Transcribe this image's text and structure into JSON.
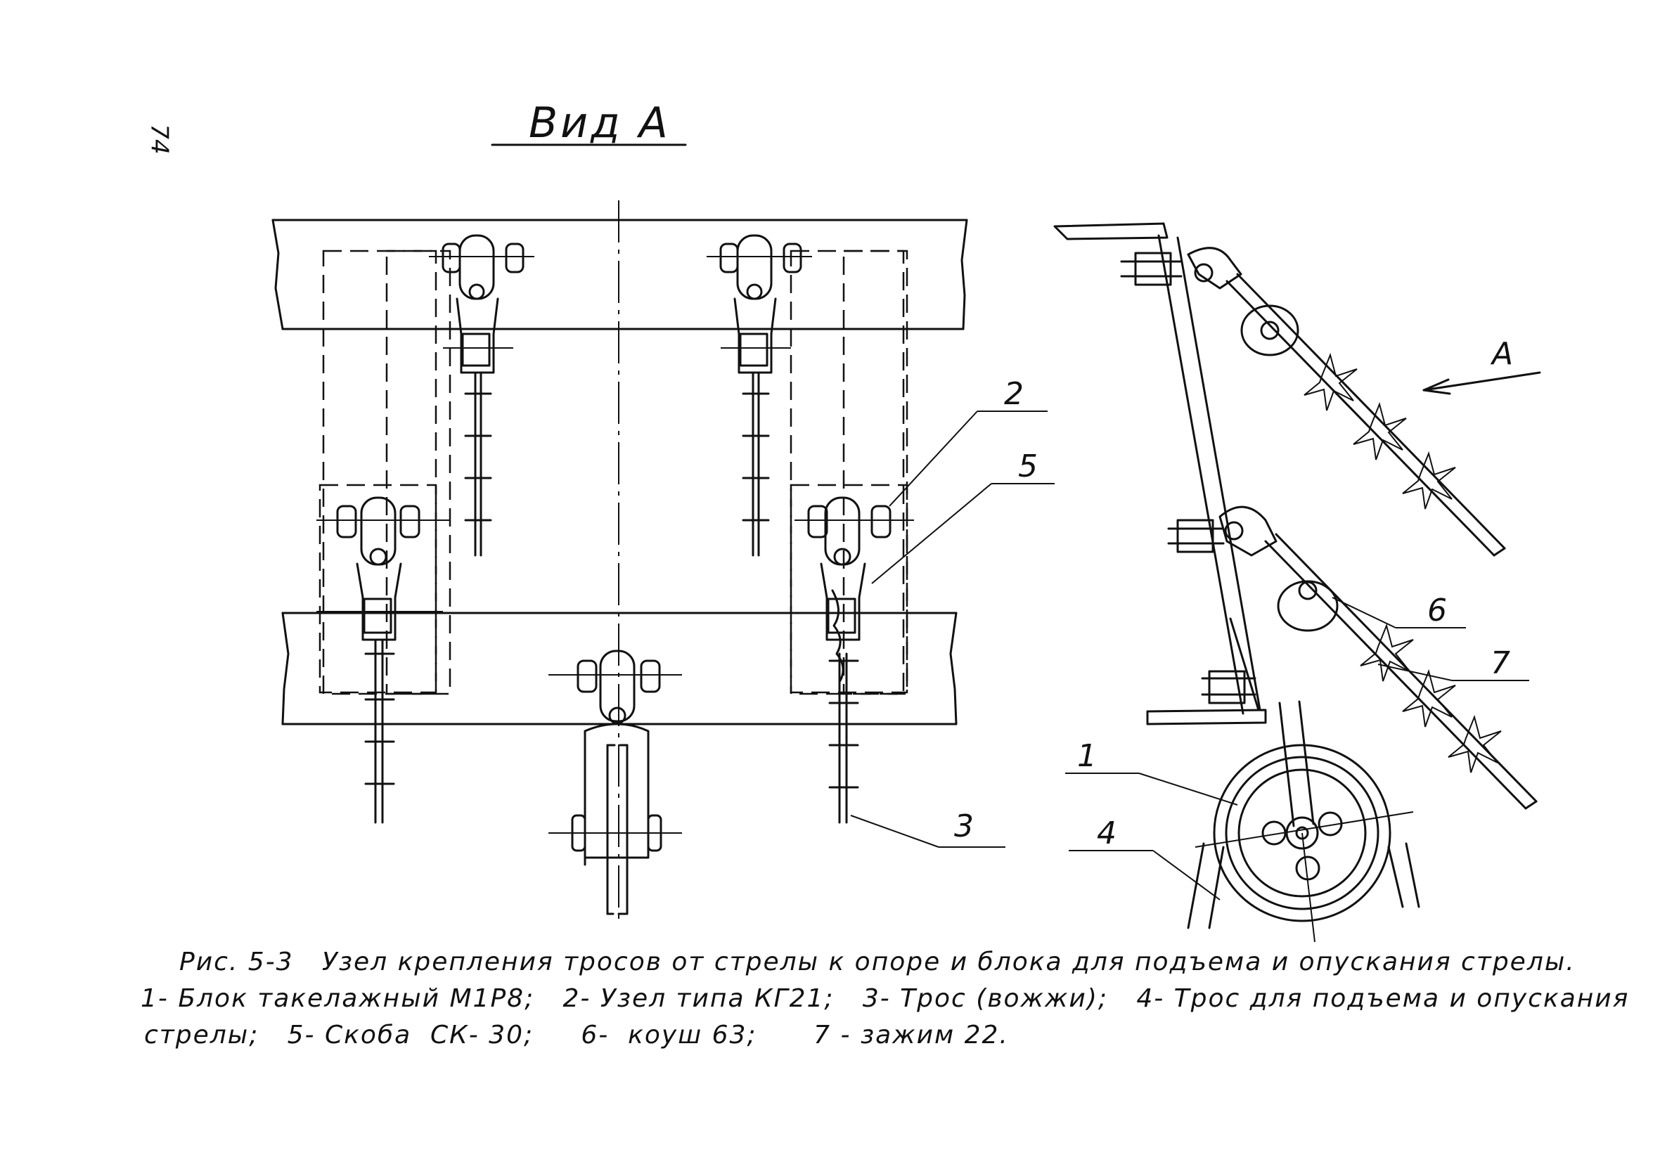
{
  "page": {
    "page_number": "74",
    "view_title": "Вид А",
    "view_arrow_label": "А"
  },
  "callouts": {
    "l1": "1",
    "l2": "2",
    "l3": "3",
    "l4": "4",
    "l5": "5",
    "l6": "6",
    "l7": "7"
  },
  "caption": {
    "line1": "Рис. 5-3   Узел крепления тросов от стрелы к опоре и блока для подъема и опускания стрелы.",
    "line2": "1- Блок такелажный М1Р8;   2- Узел типа КГ21;   3- Трос (вожжи);   4- Трос для подъема и опускания",
    "line3": "стрелы;   5- Скоба  СК- 30;     6-  коуш 63;      7 - зажим 22."
  }
}
